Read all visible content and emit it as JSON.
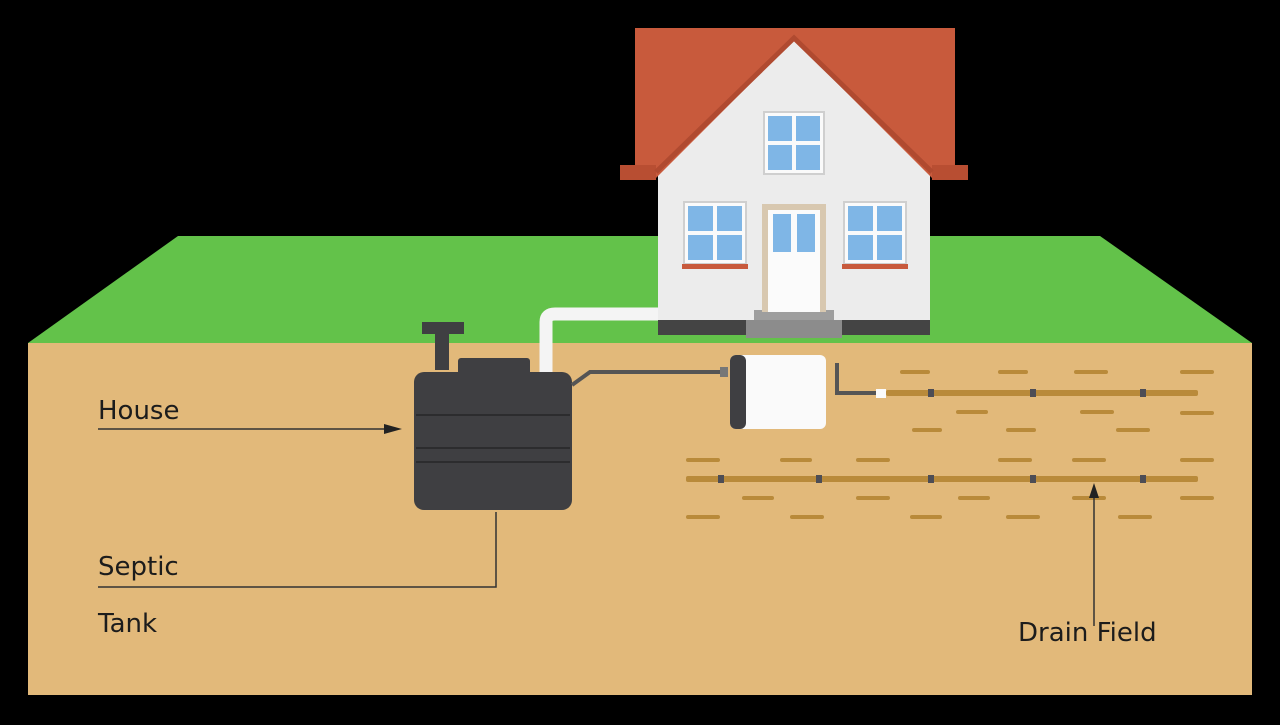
{
  "labels": {
    "house": "House",
    "septic_line1": "Septic",
    "septic_line2": "Tank",
    "drain_field": "Drain Field"
  },
  "colors": {
    "background": "#000000",
    "grass": "#63c24a",
    "soil": "#e2b97a",
    "roof": "#c85a3c",
    "wall": "#ececec",
    "window": "#7fb6e6",
    "tank": "#3f3f42",
    "pipe": "#f4f4f4",
    "drain_pipe": "#b98a3a",
    "text": "#1c1c1c"
  },
  "icons": {
    "house": "house-icon",
    "septic_tank": "septic-tank-icon",
    "distribution_box": "distribution-box-icon",
    "drain_field": "drain-field-icon"
  }
}
